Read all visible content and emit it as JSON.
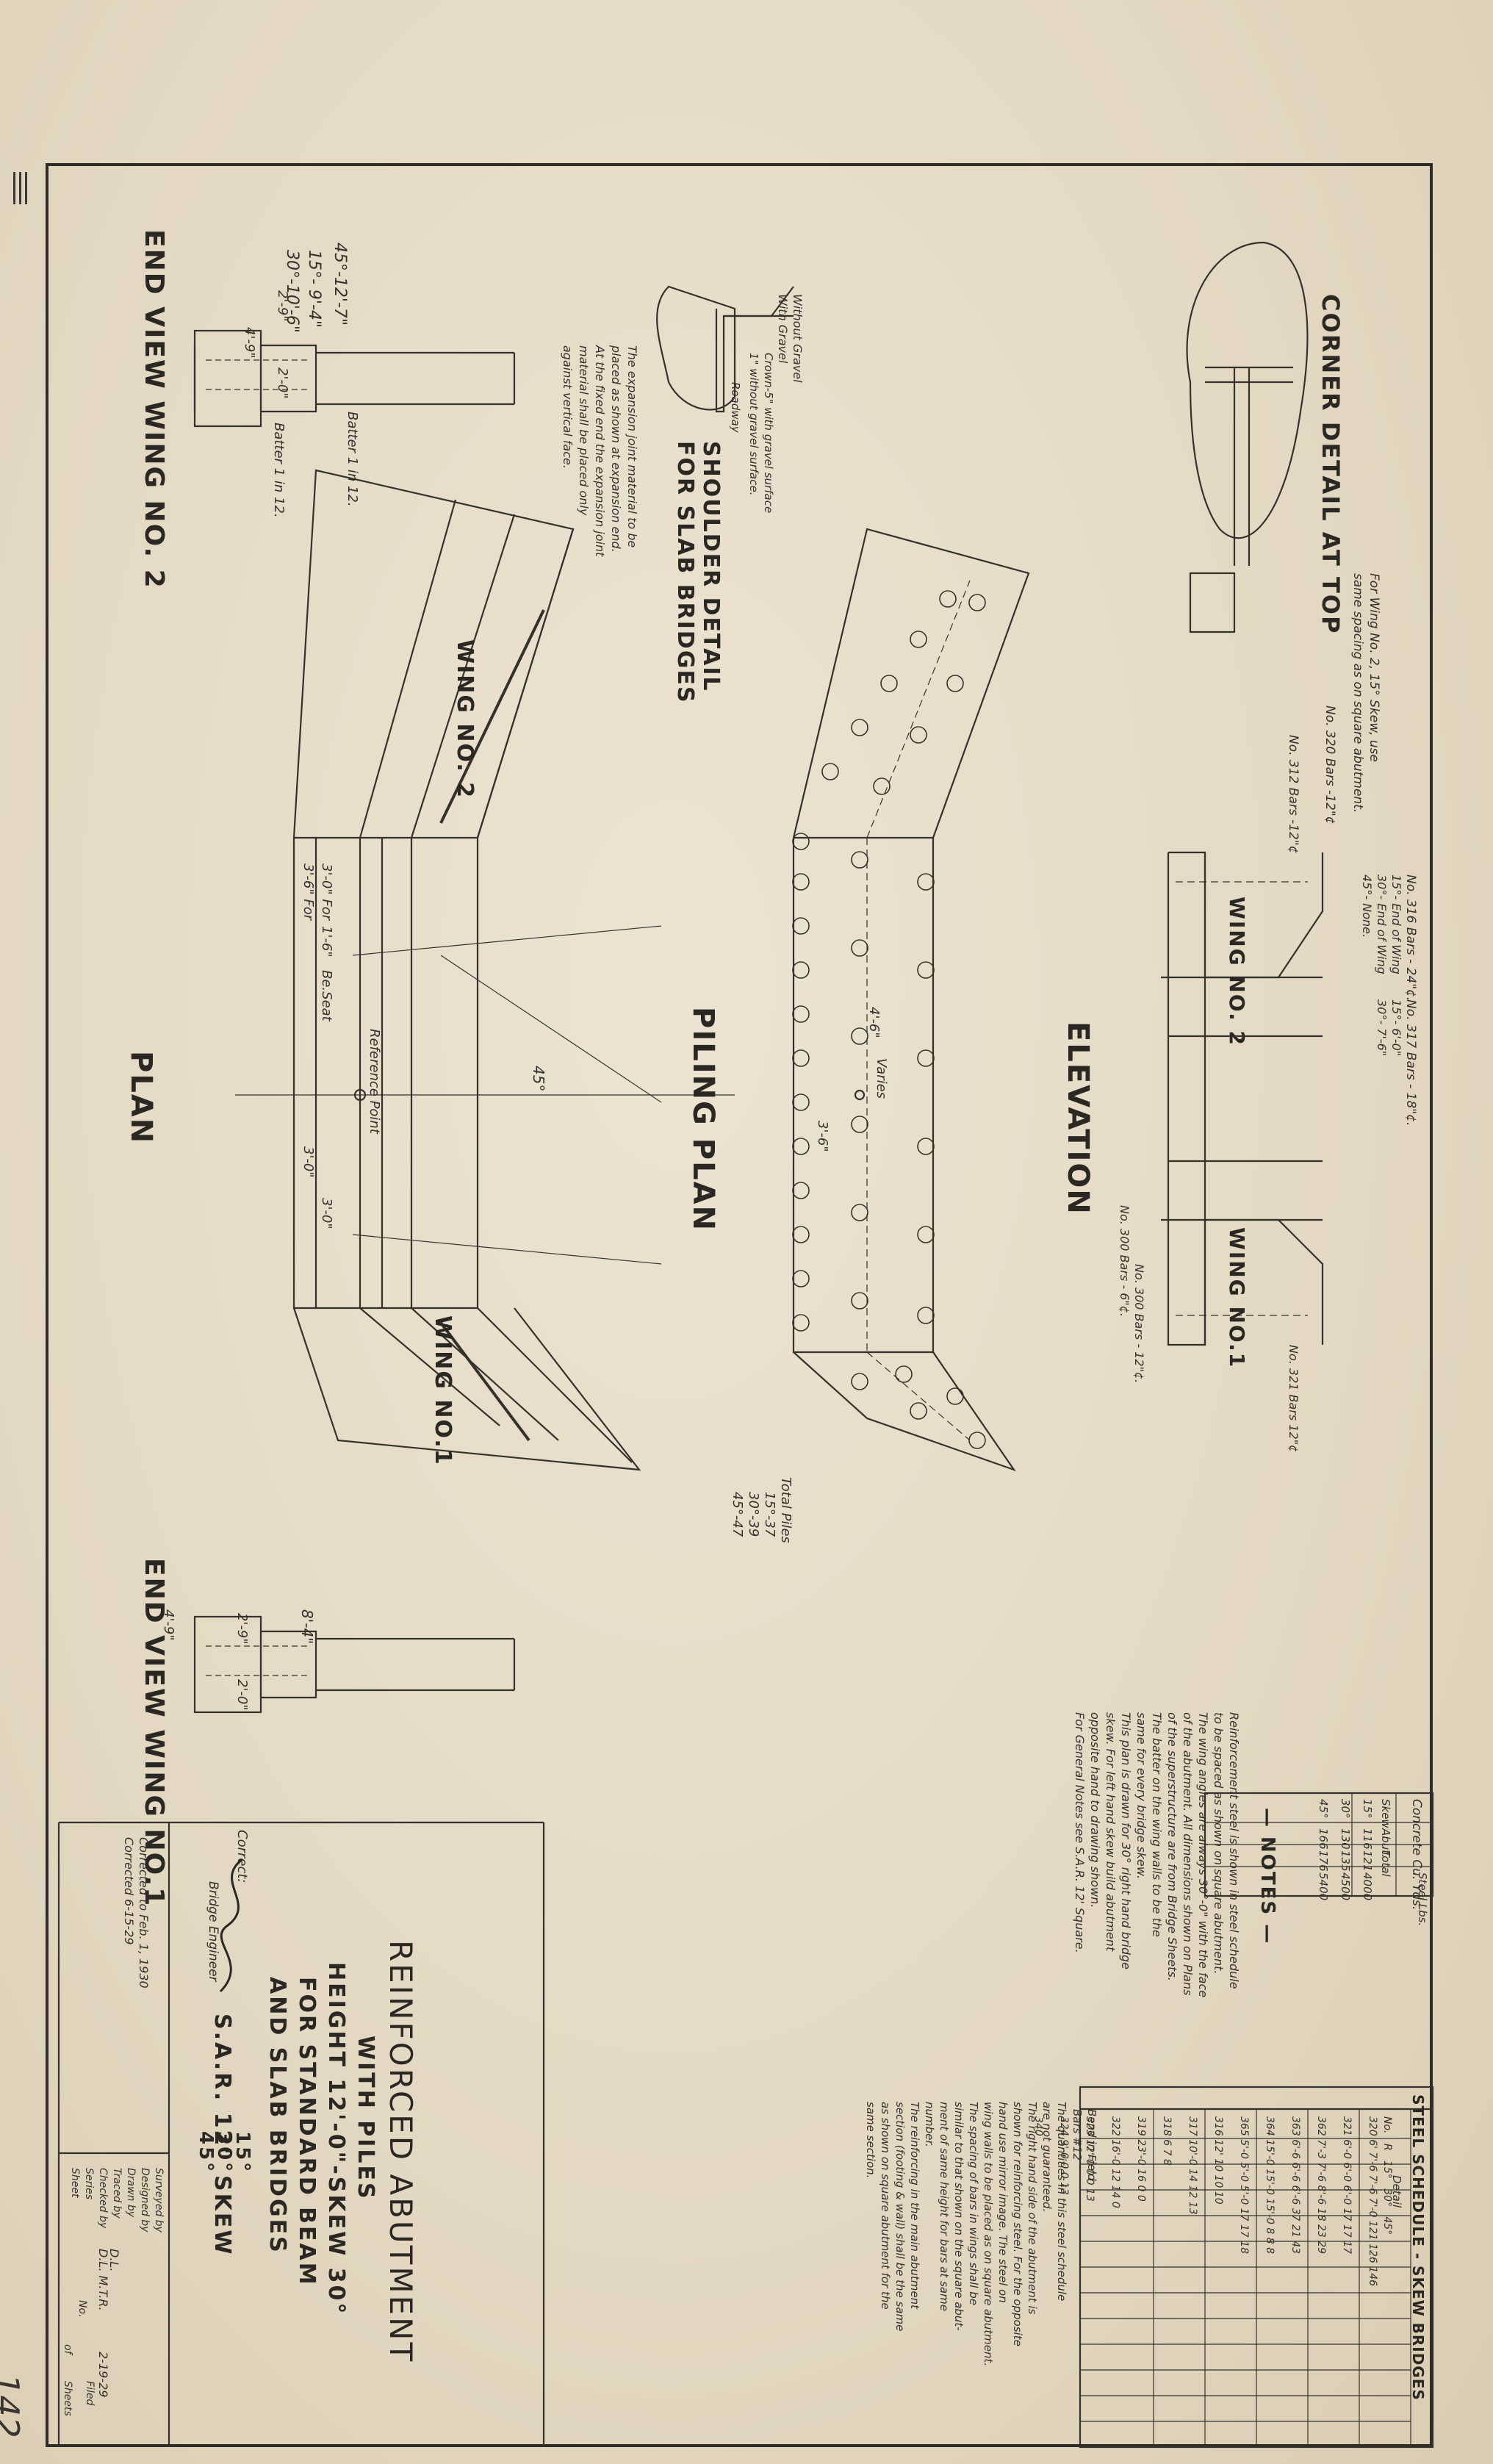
{
  "sheet": {
    "page_number": "142"
  },
  "drawing_labels": {
    "end_view_wing_2": "END VIEW WING NO. 2",
    "end_view_wing_1": "END VIEW WING NO.1",
    "plan": "PLAN",
    "piling_plan": "PILING PLAN",
    "elevation": "ELEVATION",
    "shoulder_detail_1": "SHOULDER DETAIL",
    "shoulder_detail_2": "FOR SLAB BRIDGES",
    "corner_detail": "CORNER DETAIL AT TOP",
    "wing_no_2": "WING NO. 2",
    "wing_no_1": "WING NO.1",
    "elev_wing_2": "WING NO. 2",
    "elev_wing_1": "WING NO.1"
  },
  "dimensions": {
    "wing2_top_1": "45°-12'-7\"",
    "wing2_top_2": "15°- 9'-4\"",
    "wing2_top_3": "30°-10'-6\"",
    "wing2_d1": "2'-9\"",
    "wing2_d2": "2'-0\"",
    "wing2_bot": "4'-9\"",
    "batter_1": "Batter 1 in 12.",
    "batter_2": "Batter 1 in 12.",
    "wing1_d1": "2'-9\"",
    "wing1_d2": "2'-0\"",
    "wing1_top": "8'-4\"",
    "wing1_bot": "4'-9\"",
    "plan_dim_a": "3'-0\" For",
    "plan_dim_b": "1'-6\"",
    "plan_dim_c": "Be.Seat",
    "plan_dim_d": "3'-6\" For",
    "plan_dim_e": "3'-0\"",
    "plan_dim_f": "3'-0\"",
    "reference_point": "Reference Point",
    "varies": "Varies",
    "piling_1": "4'-6\"",
    "piling_2": "3'-6\"",
    "angle_label": "45°"
  },
  "shoulder_notes": {
    "note1": "Without Gravel",
    "note2": "With Gravel",
    "note3": "Crown-5\" with gravel surface",
    "note4": "1\" without gravel surface.",
    "note5": "Roadway",
    "expansion_1": "The expansion joint material to be",
    "expansion_2": "placed as shown at expansion end.",
    "expansion_3": "At the fixed end the expansion joint",
    "expansion_4": "material shall be placed only",
    "expansion_5": "against vertical face."
  },
  "corner_notes": {
    "c1": "For Wing No. 2, 15° Skew, use",
    "c2": "same spacing as on square abutment.",
    "c3": "No. 320 Bars -12\"¢",
    "c4": "No. 312 Bars -12\"¢"
  },
  "elevation_notes": {
    "e1": "No. 316 Bars - 24\"¢.",
    "e2": "15°- End of Wing",
    "e3": "30°- End of Wing",
    "e4": "45°- None.",
    "e5": "No. 317 Bars - 18\"¢.",
    "e6": "15°- 6'-0\"",
    "e7": "30°- 7'-6\"",
    "e8": "No. 300 Bars - 12\"¢.",
    "e9": "No. 300 Bars - 6\"¢.",
    "e10": "No. 321 Bars 12\"¢"
  },
  "piles": {
    "title": "Total Piles",
    "p1": "15°-37",
    "p2": "30°-39",
    "p3": "45°-47"
  },
  "concrete_table": {
    "title": "Concrete Cu. Yds.",
    "headers": [
      "Skew",
      "Abut.",
      "Total",
      "Steel Lbs."
    ],
    "rows": [
      [
        "15°",
        "116",
        "121",
        "4000"
      ],
      [
        "30°",
        "130",
        "135",
        "4500"
      ],
      [
        "45°",
        "166",
        "176",
        "5400"
      ]
    ]
  },
  "notes": {
    "heading": "— NOTES —",
    "lines": [
      "Reinforcement steel is shown in steel schedule",
      "to be spaced as shown on square abutment.",
      "The wing angles are always 30°-0\" with the face",
      "of the abutment. All dimensions shown on Plans",
      "of the superstructure are from Bridge Sheets.",
      "The batter on the wing walls to be the",
      "same for every bridge skew.",
      "This plan is drawn for 30° right hand bridge",
      "skew. For left hand skew build abutment",
      "opposite hand to drawing shown.",
      "For General Notes see S.A.R. 12' Square."
    ]
  },
  "steel_schedule": {
    "title": "STEEL SCHEDULE - SKEW BRIDGES",
    "subtitle": "Detail",
    "header": [
      "No.",
      "R",
      "15°",
      "30°",
      "45°"
    ],
    "rows": [
      [
        "320",
        "6'",
        "7'-6",
        "7'-6",
        "7'-0",
        "121",
        "126",
        "146"
      ],
      [
        "321",
        "",
        "6'-0",
        "6'-0",
        "6'-0",
        "17",
        "17",
        "17"
      ],
      [
        "362",
        "",
        "7'-3",
        "7'-6",
        "8'-6",
        "18",
        "23",
        "29"
      ],
      [
        "363",
        "",
        "6'-6",
        "6'-6",
        "6'-6",
        "37",
        "21",
        "43"
      ],
      [
        "364",
        "",
        "15'-0",
        "15'-0",
        "15'-0",
        "8",
        "8",
        "8"
      ],
      [
        "365",
        "",
        "5'-0",
        "5'-0",
        "5'-0",
        "17",
        "17",
        "18"
      ],
      [
        "316",
        "12'",
        "",
        "",
        "",
        "10",
        "10",
        "10"
      ],
      [
        "317",
        "10'-0",
        "",
        "",
        "",
        "14",
        "12",
        "13"
      ],
      [
        "318",
        "",
        "",
        "",
        "",
        "6",
        "7",
        "8"
      ],
      [
        "319",
        "23'-0",
        "",
        "",
        "",
        "16",
        "0",
        "0"
      ],
      [
        "322",
        "16'-0",
        "",
        "",
        "",
        "12",
        "14",
        "0"
      ],
      [
        "323",
        "12'-0",
        "",
        "",
        "",
        "0",
        "0",
        "13"
      ],
      [
        "324",
        "9'-0",
        "",
        "",
        "",
        "0",
        "0",
        "13"
      ],
      [
        "340",
        "",
        "",
        "",
        "",
        "",
        "",
        ""
      ]
    ],
    "bend_label": "Bend in Field",
    "bend_detail": "Bars #12"
  },
  "schedule_notes": {
    "lines": [
      "The quantities in this steel schedule",
      "are not guaranteed.",
      "The right hand side of the abutment is",
      "shown for reinforcing steel. For the opposite",
      "hand use mirror image. The steel on",
      "wing walls to be placed as on square abutment.",
      "The spacing of bars in wings shall be",
      "similar to that shown on the square abut-",
      "ment of same height for bars at same",
      "number.",
      "The reinforcing in the main abutment",
      "section (footing & wall) shall be the same",
      "as shown on square abutment for the",
      "same section."
    ]
  },
  "title_block": {
    "line1": "REINFORCED ABUTMENT",
    "line2": "WITH PILES",
    "line3": "HEIGHT 12'-0\"-SKEW 30°",
    "line4": "FOR STANDARD BEAM",
    "line5": "AND SLAB BRIDGES",
    "sar": "S.A.R. 12'",
    "skews_a": "15°",
    "skews_b": "30°",
    "skews_c": "45°",
    "skew_word": "SKEW",
    "correct": "Correct:",
    "engineer": "Bridge Engineer",
    "corrected_1": "Corrected to Feb. 1, 1930",
    "corrected_2": "Corrected 6-15-29",
    "fields": [
      "Surveyed by",
      "Designed by",
      "Drawn by",
      "Traced by",
      "Checked by",
      "Series",
      "Sheet"
    ],
    "traced_by": "D.L. ",
    "checked_by": "D.L. M.T.R.",
    "date": "2-19-29",
    "filed": "Filed",
    "sheet_word": "Sheets",
    "no_word": "No.",
    "of_word": "of"
  }
}
